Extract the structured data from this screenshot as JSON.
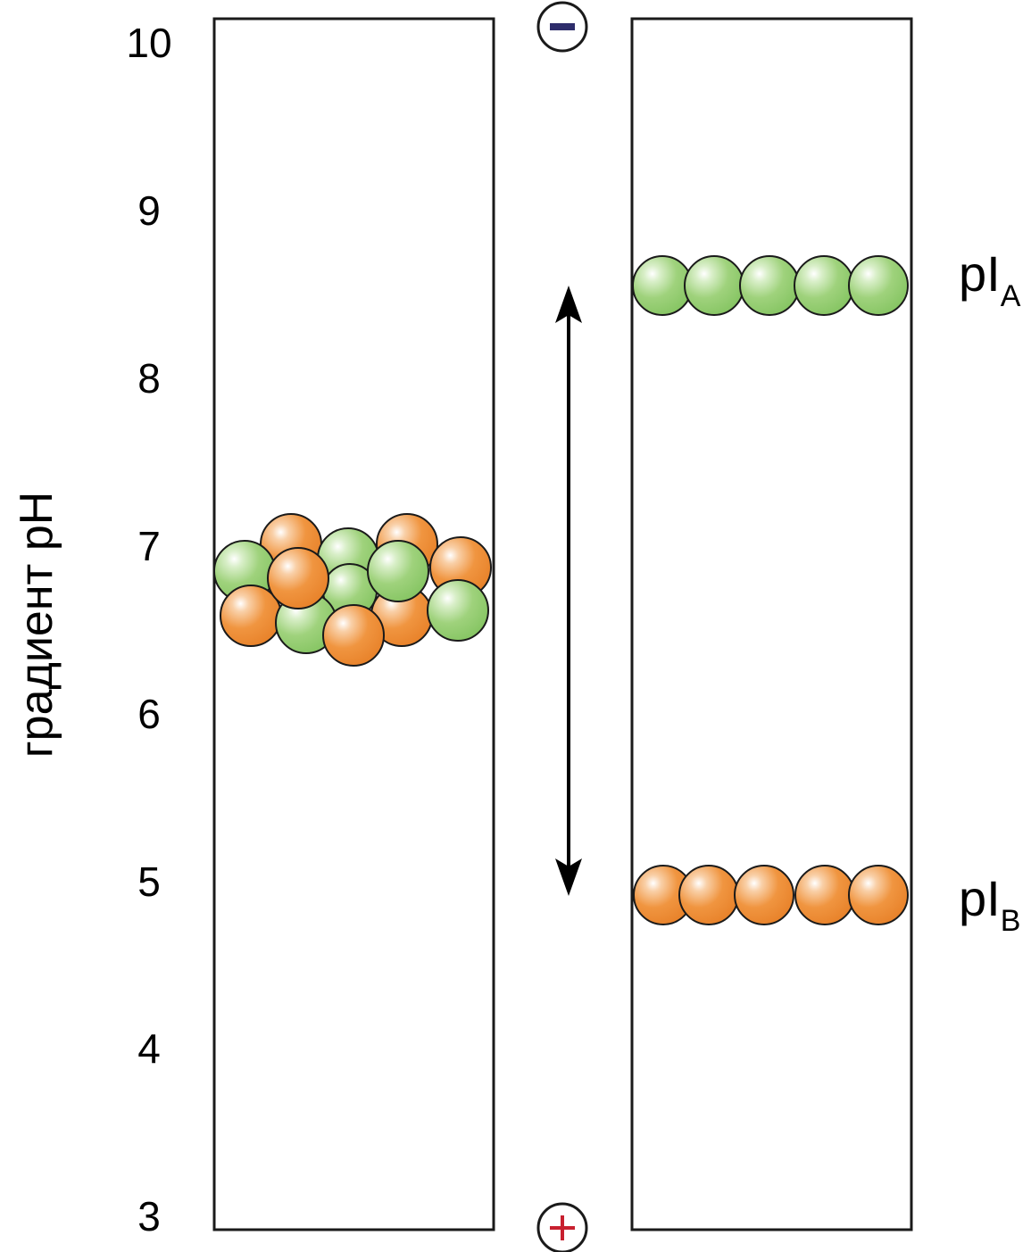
{
  "axis": {
    "title": "градиент pH",
    "ticks": [
      "10",
      "9",
      "8",
      "7",
      "6",
      "5",
      "4",
      "3"
    ]
  },
  "electrodes": {
    "cathode_symbol": "−",
    "anode_symbol": "+",
    "cathode_color": "#2e2d6b",
    "anode_color": "#c8202f"
  },
  "labels": {
    "pi_a_main": "pI",
    "pi_a_sub": "A",
    "pi_b_main": "pI",
    "pi_b_sub": "B"
  },
  "colors": {
    "protein_a": "#8fcb6b",
    "protein_b": "#ee8a30",
    "outline": "#1a1a1a"
  }
}
